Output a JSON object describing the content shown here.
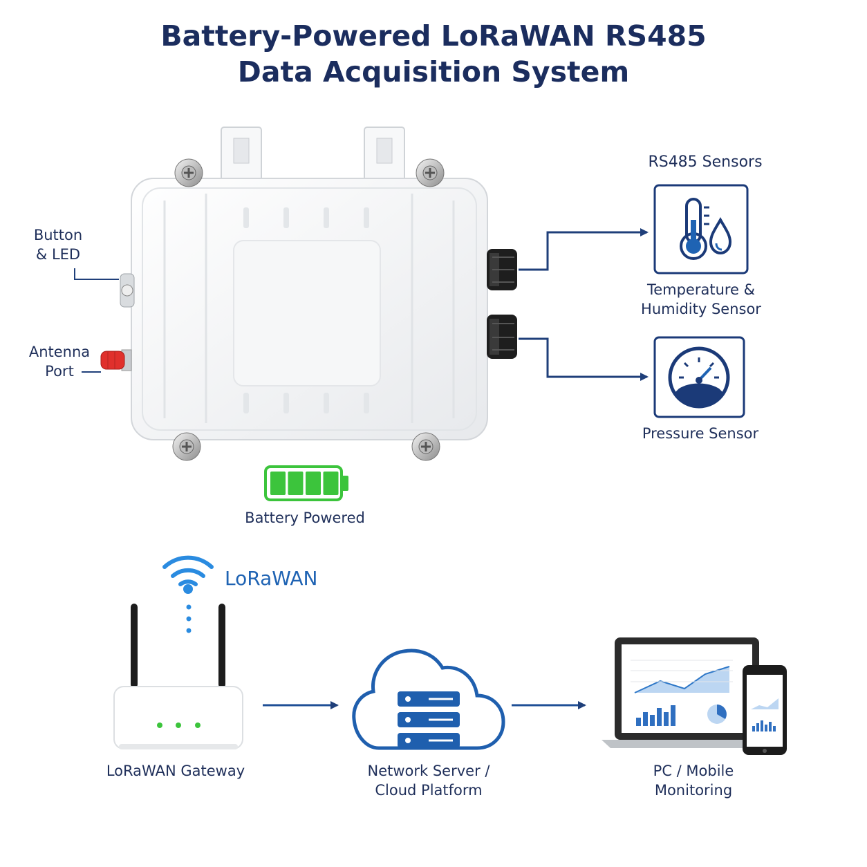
{
  "title": {
    "line1": "Battery-Powered LoRaWAN RS485",
    "line2": "Data Acquisition System"
  },
  "device": {
    "button_led_line1": "Button",
    "button_led_line2": "& LED",
    "antenna_line1": "Antenna",
    "antenna_line2": "Port",
    "battery_label": "Battery Powered",
    "battery_level": 1.0
  },
  "sensors": {
    "heading": "RS485 Sensors",
    "temp_line1": "Temperature &",
    "temp_line2": "Humidity Sensor",
    "pressure": "Pressure Sensor"
  },
  "network": {
    "lorawan": "LoRaWAN",
    "gateway": "LoRaWAN Gateway",
    "server_line1": "Network Server /",
    "server_line2": "Cloud Platform",
    "pc_line1": "PC / Mobile",
    "pc_line2": "Monitoring"
  },
  "colors": {
    "navy": "#1b2d5e",
    "accent_blue": "#1f63b3",
    "battery_green": "#3cc43c",
    "antenna_red": "#e0302c"
  }
}
